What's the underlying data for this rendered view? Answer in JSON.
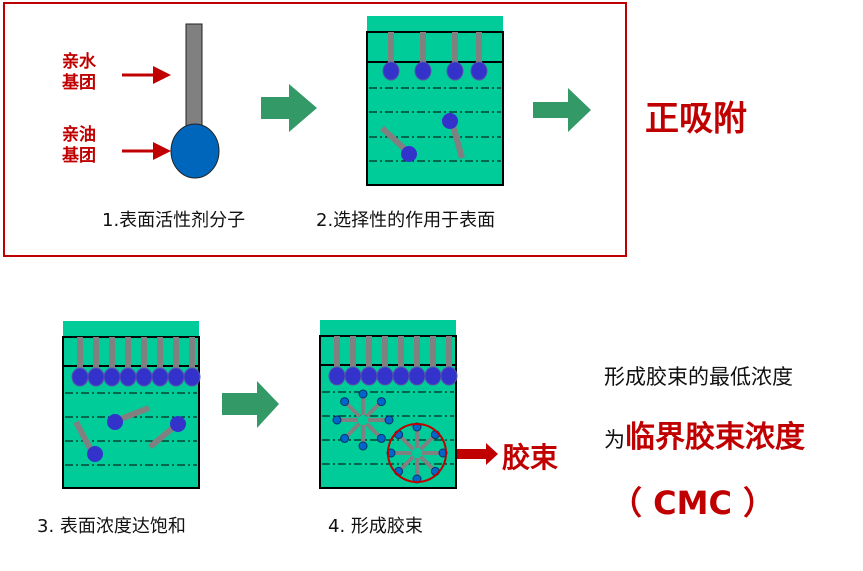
{
  "panel1": {
    "hydrophilic_label_line1": "亲水",
    "hydrophilic_label_line2": "基团",
    "lipophilic_label_line1": "亲油",
    "lipophilic_label_line2": "基团",
    "caption": "1.表面活性剂分子"
  },
  "panel2": {
    "caption": "2.选择性的作用于表面"
  },
  "result1": {
    "label": "正吸附"
  },
  "panel3": {
    "caption": "3. 表面浓度达饱和"
  },
  "panel4": {
    "caption": "4. 形成胶束",
    "micelle_label": "胶束"
  },
  "definition": {
    "line1": "形成胶束的最低浓度",
    "line2_prefix": "为",
    "line2_term": "临界胶束浓度",
    "line3": "（ CMC ）"
  },
  "colors": {
    "accent_red": "#c00000",
    "arrow_green": "#339966",
    "water": "#00cc99",
    "head_blue": "#3333cc",
    "tail_gray": "#808080",
    "molecule_blue": "#0066cc"
  }
}
